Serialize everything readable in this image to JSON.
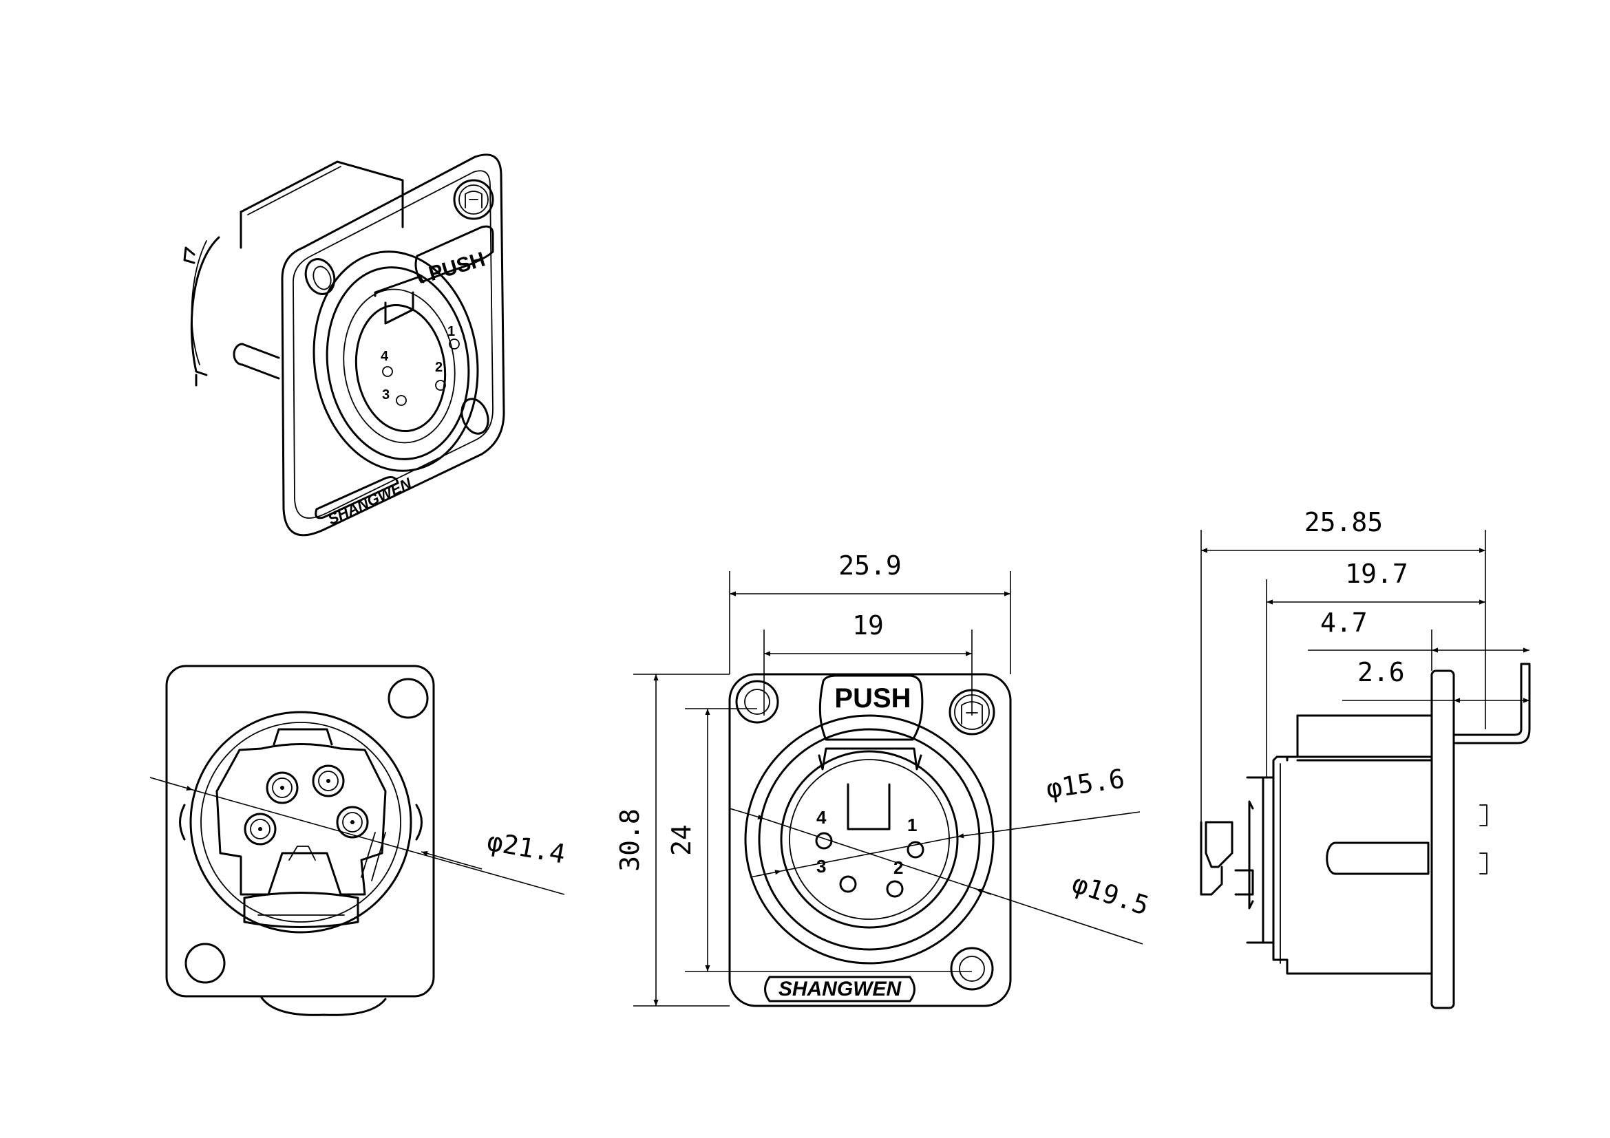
{
  "connector": {
    "push_label": "PUSH",
    "brand_label": "SHANGWEN",
    "pin_numbers": [
      "1",
      "2",
      "3",
      "4"
    ]
  },
  "dimensions": {
    "diameter_rear": "φ21.4",
    "width_overall": "25.9",
    "width_holes": "19",
    "height_overall": "30.8",
    "height_holes": "24",
    "diameter_insert": "φ15.6",
    "diameter_ring": "φ19.5",
    "depth_overall": "25.85",
    "depth_body": "19.7",
    "depth_flange": "4.7",
    "depth_pin": "2.6"
  },
  "colors": {
    "ink": "#000000",
    "paper": "#ffffff"
  }
}
